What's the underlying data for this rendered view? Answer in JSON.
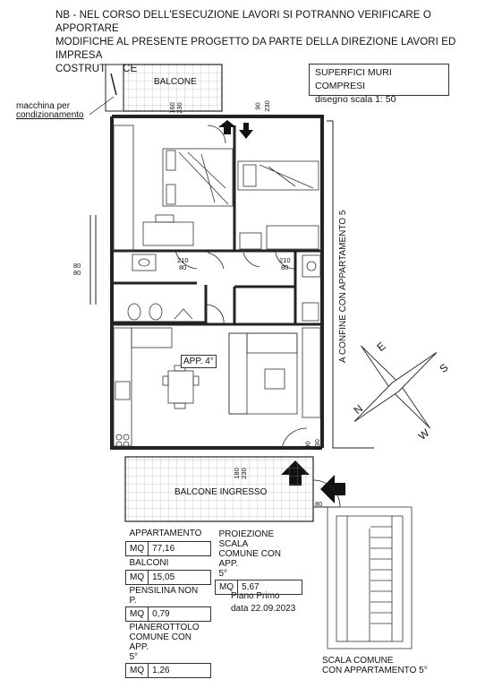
{
  "note": {
    "line1": "NB - NEL CORSO DELL'ESECUZIONE LAVORI SI POTRANNO VERIFICARE O APPORTARE",
    "line2": "MODIFICHE AL PRESENTE PROGETTO DA PARTE DELLA DIREZIONE LAVORI ED IMPRESA",
    "line3": "COSTRUTTRICE"
  },
  "surface_box": {
    "line1": "SUPERFICI MURI COMPRESI",
    "line2": "disegno scala 1: 50"
  },
  "labels": {
    "ac_unit_1": "macchina per",
    "ac_unit_2": "condizionamento",
    "balcony": "BALCONE",
    "entrance_balcony": "BALCONE INGRESSO",
    "apartment": "APP. 4°",
    "border": "A CONFINE CON APPARTAMENTO 5",
    "floor": "Piano Primo",
    "date": "data 22.09.2023",
    "stair_1": "SCALA COMUNE",
    "stair_2": "CON APPARTAMENTO  5°"
  },
  "compass": {
    "n": "N",
    "s": "S",
    "e": "E",
    "w": "W"
  },
  "dimensions": {
    "d160": "160",
    "d230": "230",
    "d90": "90",
    "d210": "210",
    "d80": "80"
  },
  "areas": {
    "apartment": {
      "name": "APPARTAMENTO",
      "unit": "MQ",
      "value": "77,16"
    },
    "balconies": {
      "name": "BALCONI",
      "unit": "MQ",
      "value": "15,05"
    },
    "canopy": {
      "name": "PENSILINA NON P.",
      "unit": "MQ",
      "value": "0,79"
    },
    "landing": {
      "name1": "PIANEROTTOLO",
      "name2": "COMUNE CON APP.",
      "name3": "5°",
      "unit": "MQ",
      "value": "1,26"
    },
    "stair_proj": {
      "name1": "PROIEZIONE SCALA",
      "name2": "COMUNE CON APP.",
      "name3": "5°",
      "unit": "MQ",
      "value": "5,67"
    }
  }
}
